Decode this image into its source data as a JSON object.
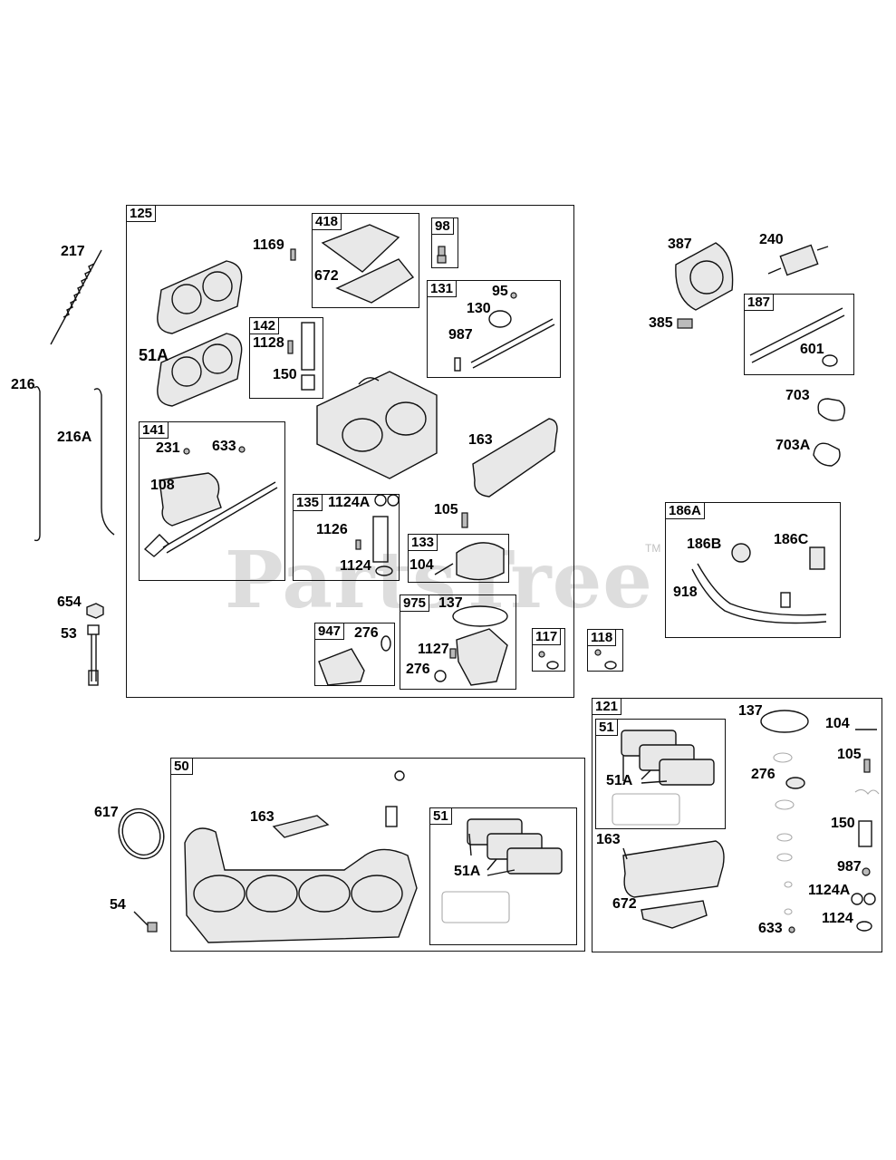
{
  "watermark": {
    "text": "PartsTree",
    "trademark": "TM"
  },
  "boxes": [
    {
      "id": "125"
    },
    {
      "id": "418"
    },
    {
      "id": "98"
    },
    {
      "id": "131"
    },
    {
      "id": "142"
    },
    {
      "id": "141"
    },
    {
      "id": "135"
    },
    {
      "id": "133"
    },
    {
      "id": "975"
    },
    {
      "id": "947"
    },
    {
      "id": "117"
    },
    {
      "id": "118"
    },
    {
      "id": "187"
    },
    {
      "id": "186A"
    },
    {
      "id": "121"
    },
    {
      "id": "51"
    },
    {
      "id": "50"
    },
    {
      "id": "51"
    }
  ],
  "labels": [
    "217",
    "216",
    "216A",
    "654",
    "53",
    "1169",
    "672",
    "51A",
    "1128",
    "150",
    "95",
    "130",
    "987",
    "231",
    "633",
    "108",
    "163",
    "1124A",
    "1126",
    "1124",
    "105",
    "104",
    "137",
    "276",
    "1127",
    "387",
    "240",
    "385",
    "601",
    "703",
    "703A",
    "186B",
    "186C",
    "918",
    "617",
    "54",
    "163",
    "51A",
    "137",
    "104",
    "51A",
    "105",
    "276",
    "163",
    "150",
    "987",
    "672",
    "1124A",
    "633",
    "1124"
  ]
}
